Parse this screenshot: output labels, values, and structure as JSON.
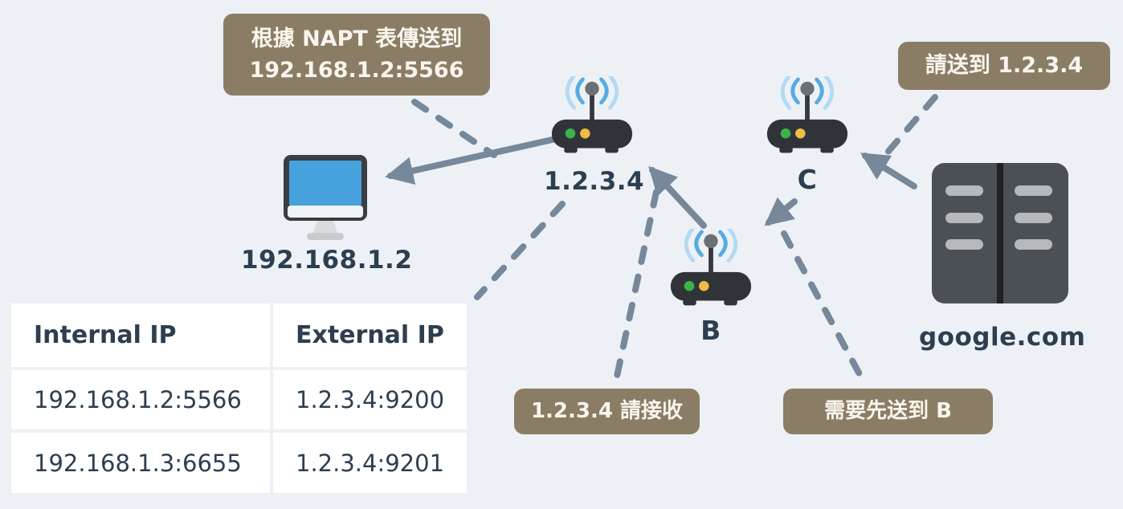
{
  "title": "NAPT translation diagram",
  "callouts": {
    "napt": {
      "line1": "根據 NAPT 表傳送到",
      "line2": "192.168.1.2:5566"
    },
    "send_to": {
      "text": "請送到 1.2.3.4"
    },
    "receive": {
      "text": "1.2.3.4 請接收"
    },
    "via_b": {
      "text": "需要先送到 B"
    }
  },
  "nodes": {
    "computer": {
      "label": "192.168.1.2",
      "icon": "desktop-computer-icon"
    },
    "router_main": {
      "label": "1.2.3.4",
      "icon": "wifi-router-icon"
    },
    "router_c": {
      "label": "C",
      "icon": "wifi-router-icon"
    },
    "router_b": {
      "label": "B",
      "icon": "wifi-router-icon"
    },
    "server": {
      "label": "google.com",
      "icon": "server-icon"
    }
  },
  "table": {
    "headers": [
      "Internal IP",
      "External IP"
    ],
    "rows": [
      [
        "192.168.1.2:5566",
        "1.2.3.4:9200"
      ],
      [
        "192.168.1.3:6655",
        "1.2.3.4:9201"
      ]
    ]
  },
  "arrows": {
    "solid": [
      {
        "name": "router-to-computer"
      },
      {
        "name": "b-to-router"
      },
      {
        "name": "c-to-b"
      },
      {
        "name": "server-to-c"
      }
    ],
    "dashed_connectors": [
      {
        "name": "napt-callout-to-arrow"
      },
      {
        "name": "router-to-table"
      },
      {
        "name": "receive-callout-to-router"
      },
      {
        "name": "via-b-callout-to-arrow"
      },
      {
        "name": "send-to-callout-to-c"
      }
    ]
  },
  "palette": {
    "bg": "#edf1f6",
    "ink": "#2d3e50",
    "callout-bg": "#8b7d65",
    "callout-text": "#f8f5ee",
    "arrow": "#78889b",
    "cell-bg": "#ffffff",
    "screen-blue": "#47a1dd",
    "wifi-inner": "#57abe2",
    "wifi-outer": "#b5d9f2",
    "led-green": "#3cb24a",
    "led-amber": "#f0bc45",
    "device-dark": "#303438",
    "server-grey": "#4b5055",
    "server-divider": "#1f2124",
    "server-bar": "#b5b9bc"
  }
}
